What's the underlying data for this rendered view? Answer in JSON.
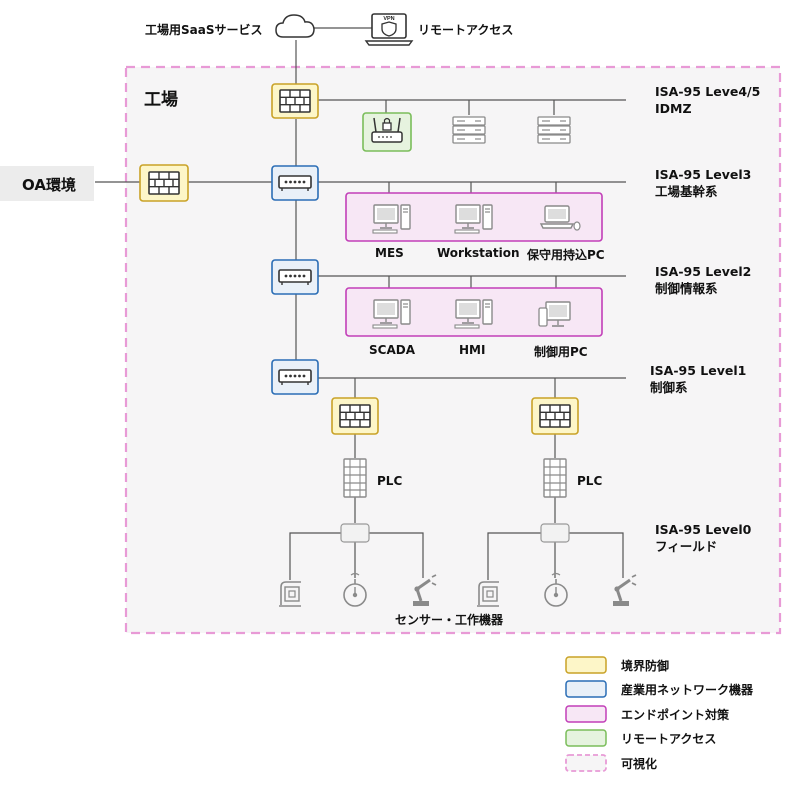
{
  "header": {
    "saas_label": "工場用SaaSサービス",
    "remote_label": "リモートアクセス",
    "vpn_text": "VPN"
  },
  "factory_label": "工場",
  "oa_label": "OA環境",
  "levels": [
    {
      "line1": "ISA-95 Leve4/5",
      "line2": "IDMZ"
    },
    {
      "line1": "ISA-95 Level3",
      "line2": "工場基幹系"
    },
    {
      "line1": "ISA-95 Level2",
      "line2": "制御情報系"
    },
    {
      "line1": "ISA-95 Level1",
      "line2": "制御系"
    },
    {
      "line1": "ISA-95 Level0",
      "line2": "フィールド"
    }
  ],
  "level3_endpoints": [
    "MES",
    "Workstation",
    "保守用持込PC"
  ],
  "level2_endpoints": [
    "SCADA",
    "HMI",
    "制御用PC"
  ],
  "plc_label": "PLC",
  "field_label": "センサー・工作機器",
  "legend": [
    {
      "label": "境界防御",
      "fill": "#fdf6c8",
      "stroke": "#c9a227",
      "style": "solid"
    },
    {
      "label": "産業用ネットワーク機器",
      "fill": "#e9f0f8",
      "stroke": "#2a6db5",
      "style": "solid"
    },
    {
      "label": "エンドポイント対策",
      "fill": "#f7e7f5",
      "stroke": "#c23fb8",
      "style": "solid"
    },
    {
      "label": "リモートアクセス",
      "fill": "#e6f3df",
      "stroke": "#7abd5a",
      "style": "solid"
    },
    {
      "label": "可視化",
      "fill": "#f6f5f6",
      "stroke": "#e89ad6",
      "style": "dashed"
    }
  ],
  "colors": {
    "boundary_fill": "#fdf6c8",
    "boundary_stroke": "#c9a227",
    "network_fill": "#e9f0f8",
    "network_stroke": "#2a6db5",
    "endpoint_fill": "#f7e7f5",
    "endpoint_stroke": "#c23fb8",
    "remote_fill": "#e6f3df",
    "remote_stroke": "#7abd5a",
    "visual_fill": "#f6f5f6",
    "visual_stroke": "#e89ad6",
    "line": "#555555",
    "device_gray": "#8a8a8a"
  },
  "icons": {
    "saas": "cloud-icon",
    "remote": "vpn-laptop-icon",
    "firewall": "firewall-icon",
    "switch": "network-switch-icon",
    "router": "router-lock-icon",
    "server": "server-rack-icon",
    "desktop": "desktop-pc-icon",
    "laptop": "laptop-icon",
    "plc": "plc-icon",
    "hub": "field-hub-icon",
    "sensor": "sensor-icon",
    "robot": "robot-arm-icon"
  }
}
